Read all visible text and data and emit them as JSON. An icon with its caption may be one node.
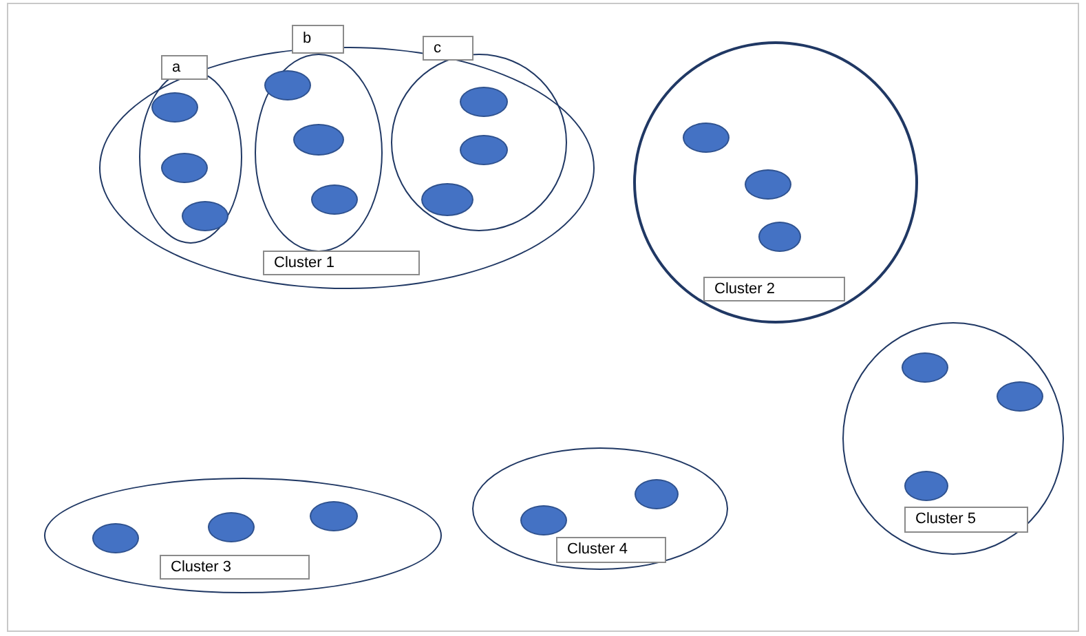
{
  "diagram": {
    "nodes": [
      {
        "text": [
          "Cluster 1"
        ]
      },
      {
        "text": [
          "a"
        ],
        "in": 0
      },
      {
        "text": [],
        "shape": "circle",
        "in": 1
      },
      {
        "text": [],
        "shape": "circle",
        "in": 1
      },
      {
        "text": [],
        "shape": "circle",
        "in": 1
      },
      {
        "text": [
          "b"
        ],
        "in": 0
      },
      {
        "text": [],
        "shape": "circle",
        "in": 5
      },
      {
        "text": [],
        "shape": "circle",
        "in": 5
      },
      {
        "text": [],
        "shape": "circle",
        "in": 5
      },
      {
        "text": [
          "c"
        ],
        "in": 0
      },
      {
        "text": [],
        "shape": "circle",
        "in": 9
      },
      {
        "text": [],
        "shape": "circle",
        "in": 9
      },
      {
        "text": [],
        "shape": "circle",
        "in": 9
      },
      {
        "text": [
          "Cluster 2"
        ]
      },
      {
        "text": [],
        "shape": "circle",
        "in": 13
      },
      {
        "text": [],
        "shape": "circle",
        "in": 13
      },
      {
        "text": [],
        "shape": "circle",
        "in": 13
      },
      {
        "text": [
          "Cluster 3"
        ]
      },
      {
        "text": [],
        "shape": "circle",
        "in": 17
      },
      {
        "text": [],
        "shape": "circle",
        "in": 17
      },
      {
        "text": [],
        "shape": "circle",
        "in": 17
      },
      {
        "text": [
          "Cluster 4"
        ]
      },
      {
        "text": [],
        "shape": "circle",
        "in": 21
      },
      {
        "text": [],
        "shape": "circle",
        "in": 21
      },
      {
        "text": [
          "Cluster 5"
        ]
      },
      {
        "text": [],
        "shape": "circle",
        "in": 24
      },
      {
        "text": [],
        "shape": "circle",
        "in": 24
      },
      {
        "text": [],
        "shape": "circle",
        "in": 24
      }
    ]
  }
}
